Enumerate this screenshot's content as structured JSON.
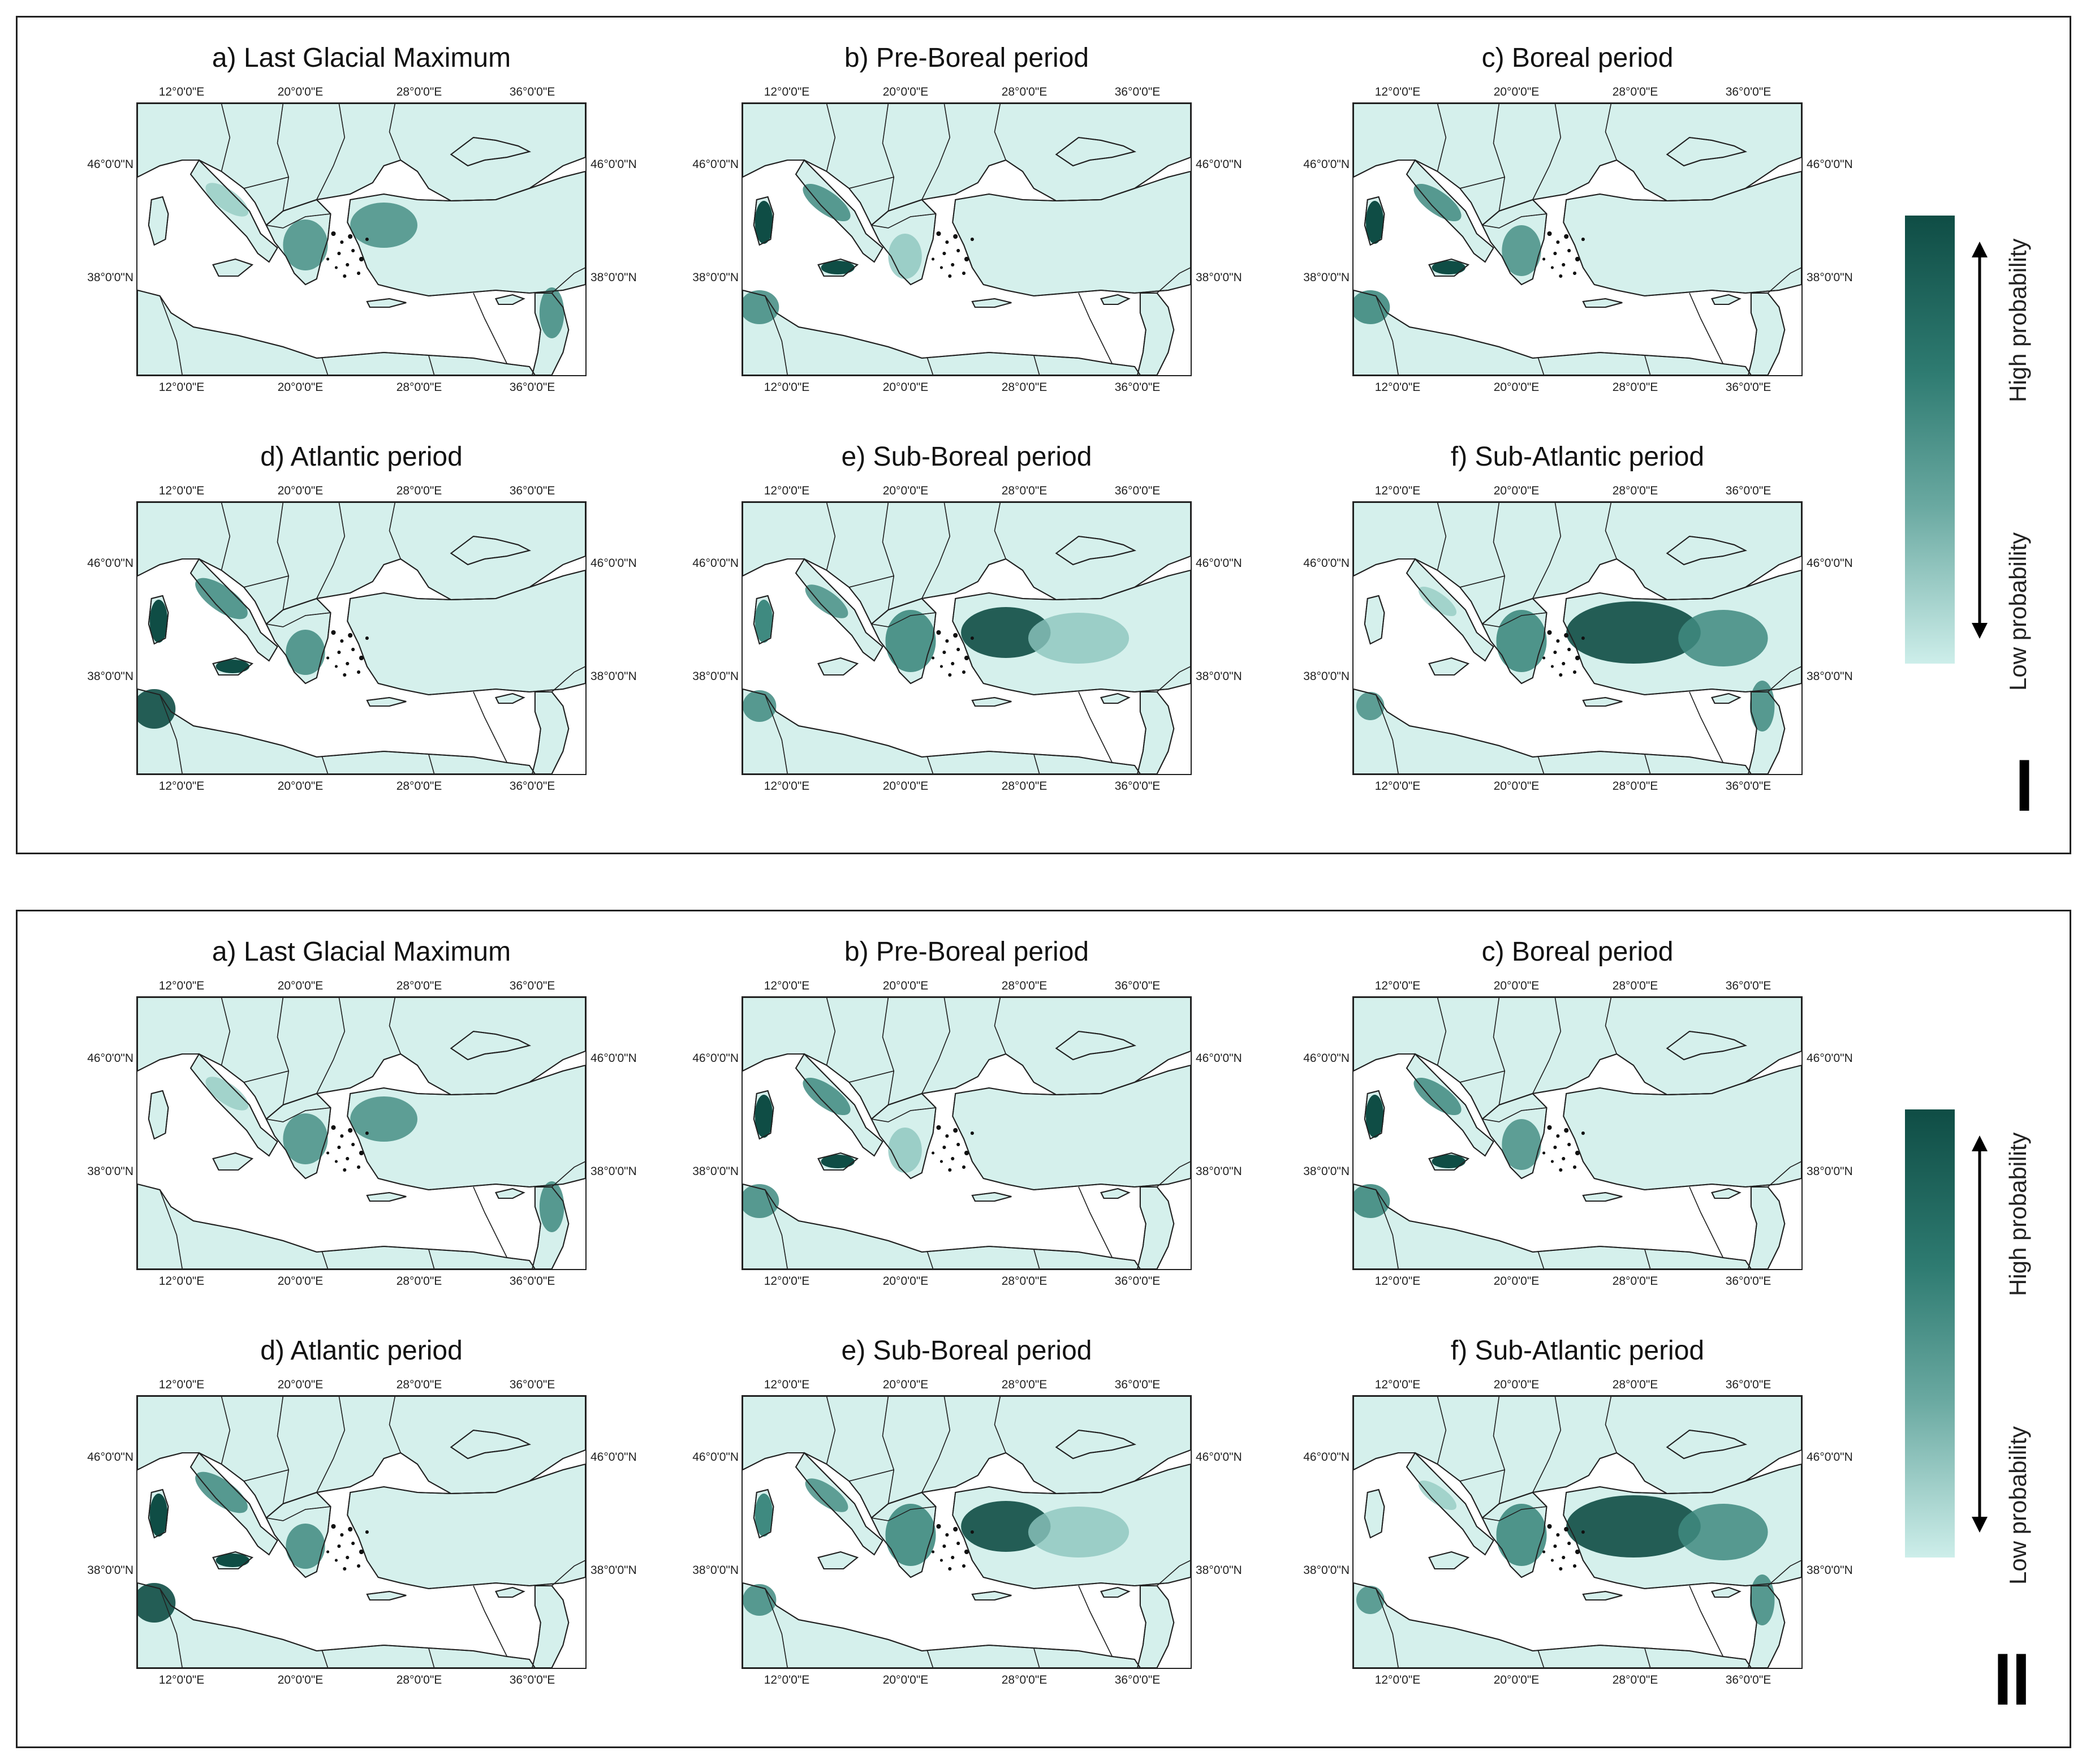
{
  "figures": [
    {
      "roman": "I",
      "legend": {
        "high_label": "High probability",
        "low_label": "Low probability",
        "colors": [
          "#0f4d45",
          "#cdeeea"
        ]
      },
      "panels": [
        {
          "title": "a) Last Glacial Maximum",
          "top_ticks": [
            "12°0'0\"E",
            "20°0'0\"E",
            "28°0'0\"E",
            "36°0'0\"E"
          ],
          "bottom_ticks": [
            "12°0'0\"E",
            "20°0'0\"E",
            "28°0'0\"E",
            "36°0'0\"E"
          ],
          "left_ticks": [
            "46°0'0\"N",
            "38°0'0\"N"
          ],
          "right_ticks": [
            "46°0'0\"N",
            "38°0'0\"N"
          ]
        },
        {
          "title": "b) Pre-Boreal period",
          "top_ticks": [
            "12°0'0\"E",
            "20°0'0\"E",
            "28°0'0\"E",
            "36°0'0\"E"
          ],
          "bottom_ticks": [
            "12°0'0\"E",
            "20°0'0\"E",
            "28°0'0\"E",
            "36°0'0\"E"
          ],
          "left_ticks": [
            "46°0'0\"N",
            "38°0'0\"N"
          ],
          "right_ticks": [
            "46°0'0\"N",
            "38°0'0\"N"
          ]
        },
        {
          "title": "c) Boreal period",
          "top_ticks": [
            "12°0'0\"E",
            "20°0'0\"E",
            "28°0'0\"E",
            "36°0'0\"E"
          ],
          "bottom_ticks": [
            "12°0'0\"E",
            "20°0'0\"E",
            "28°0'0\"E",
            "36°0'0\"E"
          ],
          "left_ticks": [
            "46°0'0\"N",
            "38°0'0\"N"
          ],
          "right_ticks": [
            "46°0'0\"N",
            "38°0'0\"N"
          ]
        },
        {
          "title": "d) Atlantic period",
          "top_ticks": [
            "12°0'0\"E",
            "20°0'0\"E",
            "28°0'0\"E",
            "36°0'0\"E"
          ],
          "bottom_ticks": [
            "12°0'0\"E",
            "20°0'0\"E",
            "28°0'0\"E",
            "36°0'0\"E"
          ],
          "left_ticks": [
            "46°0'0\"N",
            "38°0'0\"N"
          ],
          "right_ticks": [
            "46°0'0\"N",
            "38°0'0\"N"
          ]
        },
        {
          "title": "e) Sub-Boreal period",
          "top_ticks": [
            "12°0'0\"E",
            "20°0'0\"E",
            "28°0'0\"E",
            "36°0'0\"E"
          ],
          "bottom_ticks": [
            "12°0'0\"E",
            "20°0'0\"E",
            "28°0'0\"E",
            "36°0'0\"E"
          ],
          "left_ticks": [
            "46°0'0\"N",
            "38°0'0\"N"
          ],
          "right_ticks": [
            "46°0'0\"N",
            "38°0'0\"N"
          ]
        },
        {
          "title": "f) Sub-Atlantic period",
          "top_ticks": [
            "12°0'0\"E",
            "20°0'0\"E",
            "28°0'0\"E",
            "36°0'0\"E"
          ],
          "bottom_ticks": [
            "12°0'0\"E",
            "20°0'0\"E",
            "28°0'0\"E",
            "36°0'0\"E"
          ],
          "left_ticks": [
            "46°0'0\"N",
            "38°0'0\"N"
          ],
          "right_ticks": [
            "46°0'0\"N",
            "38°0'0\"N"
          ]
        }
      ]
    },
    {
      "roman": "II",
      "legend": {
        "high_label": "High probability",
        "low_label": "Low probability",
        "colors": [
          "#0f4d45",
          "#cdeeea"
        ]
      },
      "panels": [
        {
          "title": "a) Last Glacial Maximum",
          "top_ticks": [
            "12°0'0\"E",
            "20°0'0\"E",
            "28°0'0\"E",
            "36°0'0\"E"
          ],
          "bottom_ticks": [
            "12°0'0\"E",
            "20°0'0\"E",
            "28°0'0\"E",
            "36°0'0\"E"
          ],
          "left_ticks": [
            "46°0'0\"N",
            "38°0'0\"N"
          ],
          "right_ticks": [
            "46°0'0\"N",
            "38°0'0\"N"
          ]
        },
        {
          "title": "b) Pre-Boreal period",
          "top_ticks": [
            "12°0'0\"E",
            "20°0'0\"E",
            "28°0'0\"E",
            "36°0'0\"E"
          ],
          "bottom_ticks": [
            "12°0'0\"E",
            "20°0'0\"E",
            "28°0'0\"E",
            "36°0'0\"E"
          ],
          "left_ticks": [
            "46°0'0\"N",
            "38°0'0\"N"
          ],
          "right_ticks": [
            "46°0'0\"N",
            "38°0'0\"N"
          ]
        },
        {
          "title": "c) Boreal period",
          "top_ticks": [
            "12°0'0\"E",
            "20°0'0\"E",
            "28°0'0\"E",
            "36°0'0\"E"
          ],
          "bottom_ticks": [
            "12°0'0\"E",
            "20°0'0\"E",
            "28°0'0\"E",
            "36°0'0\"E"
          ],
          "left_ticks": [
            "46°0'0\"N",
            "38°0'0\"N"
          ],
          "right_ticks": [
            "46°0'0\"N",
            "38°0'0\"N"
          ]
        },
        {
          "title": "d) Atlantic period",
          "top_ticks": [
            "12°0'0\"E",
            "20°0'0\"E",
            "28°0'0\"E",
            "36°0'0\"E"
          ],
          "bottom_ticks": [
            "12°0'0\"E",
            "20°0'0\"E",
            "28°0'0\"E",
            "36°0'0\"E"
          ],
          "left_ticks": [
            "46°0'0\"N",
            "38°0'0\"N"
          ],
          "right_ticks": [
            "46°0'0\"N",
            "38°0'0\"N"
          ]
        },
        {
          "title": "e) Sub-Boreal period",
          "top_ticks": [
            "12°0'0\"E",
            "20°0'0\"E",
            "28°0'0\"E",
            "36°0'0\"E"
          ],
          "bottom_ticks": [
            "12°0'0\"E",
            "20°0'0\"E",
            "28°0'0\"E",
            "36°0'0\"E"
          ],
          "left_ticks": [
            "46°0'0\"N",
            "38°0'0\"N"
          ],
          "right_ticks": [
            "46°0'0\"N",
            "38°0'0\"N"
          ]
        },
        {
          "title": "f) Sub-Atlantic period",
          "top_ticks": [
            "12°0'0\"E",
            "20°0'0\"E",
            "28°0'0\"E",
            "36°0'0\"E"
          ],
          "bottom_ticks": [
            "12°0'0\"E",
            "20°0'0\"E",
            "28°0'0\"E",
            "36°0'0\"E"
          ],
          "left_ticks": [
            "46°0'0\"N",
            "38°0'0\"N"
          ],
          "right_ticks": [
            "46°0'0\"N",
            "38°0'0\"N"
          ]
        }
      ]
    }
  ],
  "palette": {
    "land": "#d5f0ec",
    "sea": "#ffffff",
    "border": "#222222",
    "high": "#0f4d45",
    "mid": "#3f8a80",
    "low": "#8cc6be"
  }
}
